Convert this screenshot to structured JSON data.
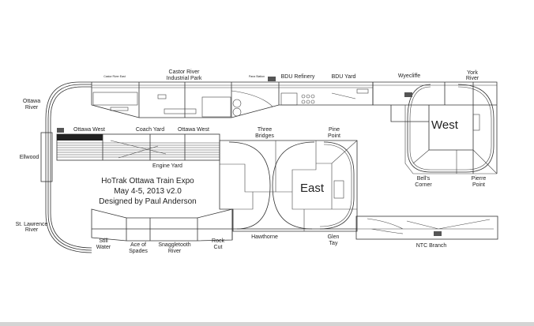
{
  "title": {
    "line1": "HoTrak Ottawa Train Expo",
    "line2": "May 4-5, 2013 v2.0",
    "line3": "Designed by Paul Anderson"
  },
  "regions": {
    "west": "West",
    "east": "East"
  },
  "labels": {
    "castor_river_east": "Castor River East",
    "castor_river_park_1": "Castor River",
    "castor_river_park_2": "Industrial Park",
    "pana_station": "Pana Station",
    "bdu_refinery": "BDU Refinery",
    "bdu_yard": "BDU Yard",
    "wyecliffe": "Wyecliffe",
    "york_river_1": "York",
    "york_river_2": "River",
    "ottawa_river_1": "Ottawa",
    "ottawa_river_2": "River",
    "ottawa_west_1": "Ottawa West",
    "coach_yard": "Coach Yard",
    "ottawa_west_2": "Ottawa West",
    "engine_yard": "Engine Yard",
    "three_bridges_1": "Three",
    "three_bridges_2": "Bridges",
    "pine_point_1": "Pine",
    "pine_point_2": "Point",
    "ellwood": "Ellwood",
    "bells_corner_1": "Bell's",
    "bells_corner_2": "Corner",
    "pierre_point_1": "Pierre",
    "pierre_point_2": "Point",
    "st_lawrence_1": "St. Lawrence",
    "st_lawrence_2": "River",
    "still_water_1": "Still",
    "still_water_2": "Water",
    "ace_1": "Ace of",
    "ace_2": "Spades",
    "snaggletooth_1": "Snaggletooth",
    "snaggletooth_2": "River",
    "rock_cut_1": "Rock",
    "rock_cut_2": "Cut",
    "hawthorne": "Hawthorne",
    "glen_tay_1": "Glen",
    "glen_tay_2": "Tay",
    "ntc_branch": "NTC Branch"
  }
}
